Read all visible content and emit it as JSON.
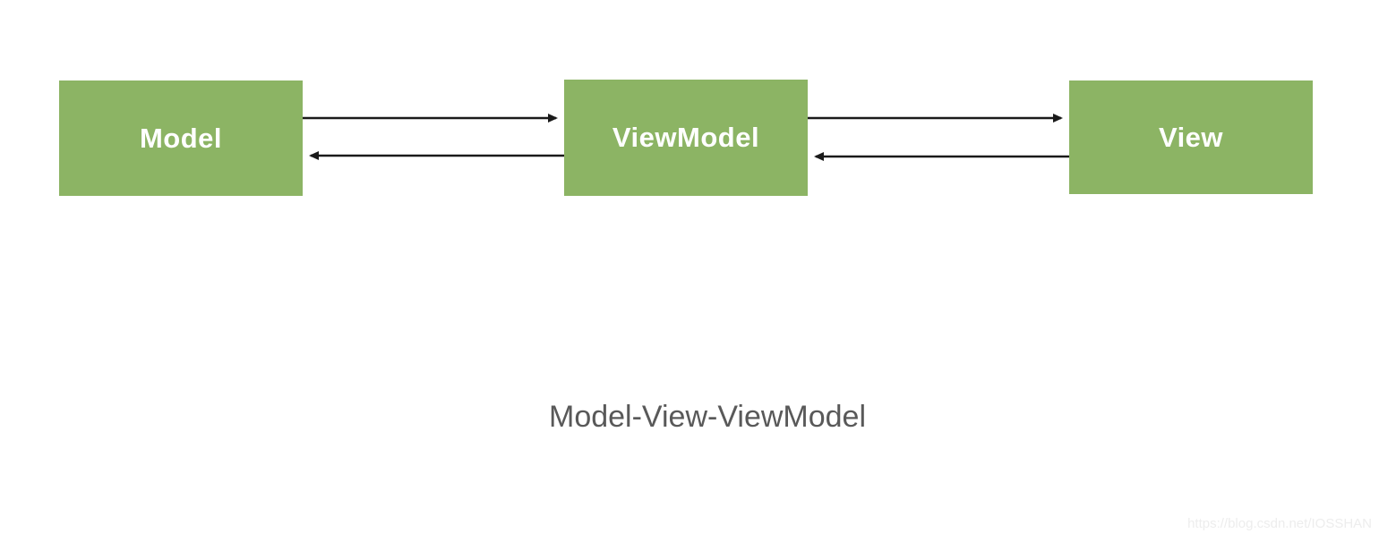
{
  "diagram": {
    "title": "Model-View-ViewModel",
    "nodes": [
      {
        "id": "model",
        "label": "Model"
      },
      {
        "id": "viewmodel",
        "label": "ViewModel"
      },
      {
        "id": "view",
        "label": "View"
      }
    ],
    "edges": [
      {
        "from": "model",
        "to": "viewmodel",
        "direction": "right"
      },
      {
        "from": "viewmodel",
        "to": "model",
        "direction": "left"
      },
      {
        "from": "viewmodel",
        "to": "view",
        "direction": "right"
      },
      {
        "from": "view",
        "to": "viewmodel",
        "direction": "left"
      }
    ],
    "colors": {
      "background": "#ffffff",
      "node_fill": "#8CB464",
      "node_text": "#ffffff",
      "arrow": "#1a1a1a",
      "title_text": "#595959",
      "watermark_text": "#ededed"
    },
    "watermark": "https://blog.csdn.net/IOSSHAN"
  }
}
